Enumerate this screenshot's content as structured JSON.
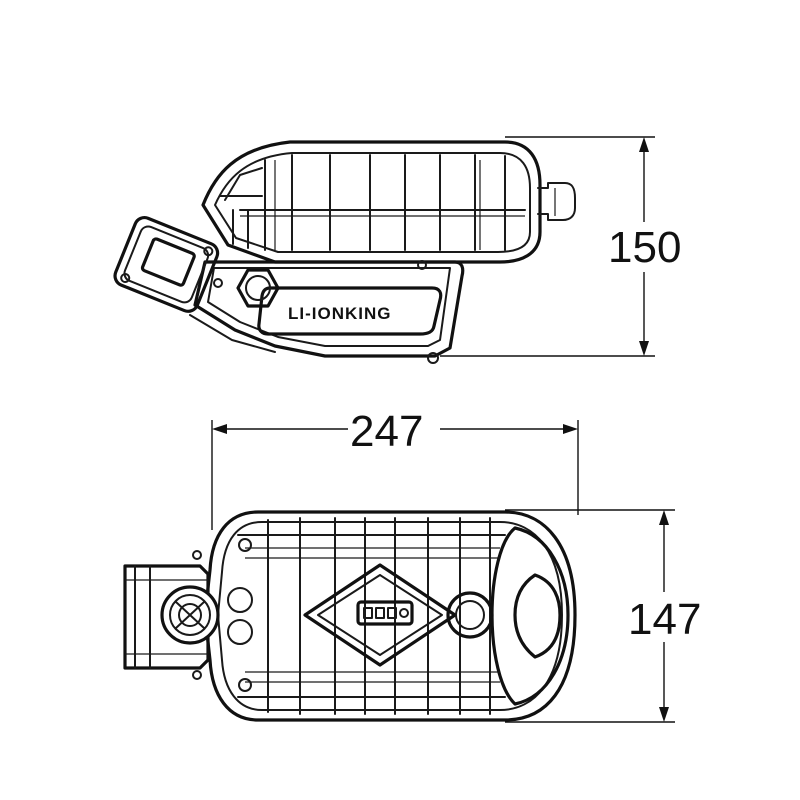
{
  "colors": {
    "line": "#1a1a1a",
    "background": "#ffffff"
  },
  "side_view": {
    "brand_label": "LI-IONKING"
  },
  "dimensions": {
    "height": "150",
    "length": "247",
    "width": "147"
  }
}
